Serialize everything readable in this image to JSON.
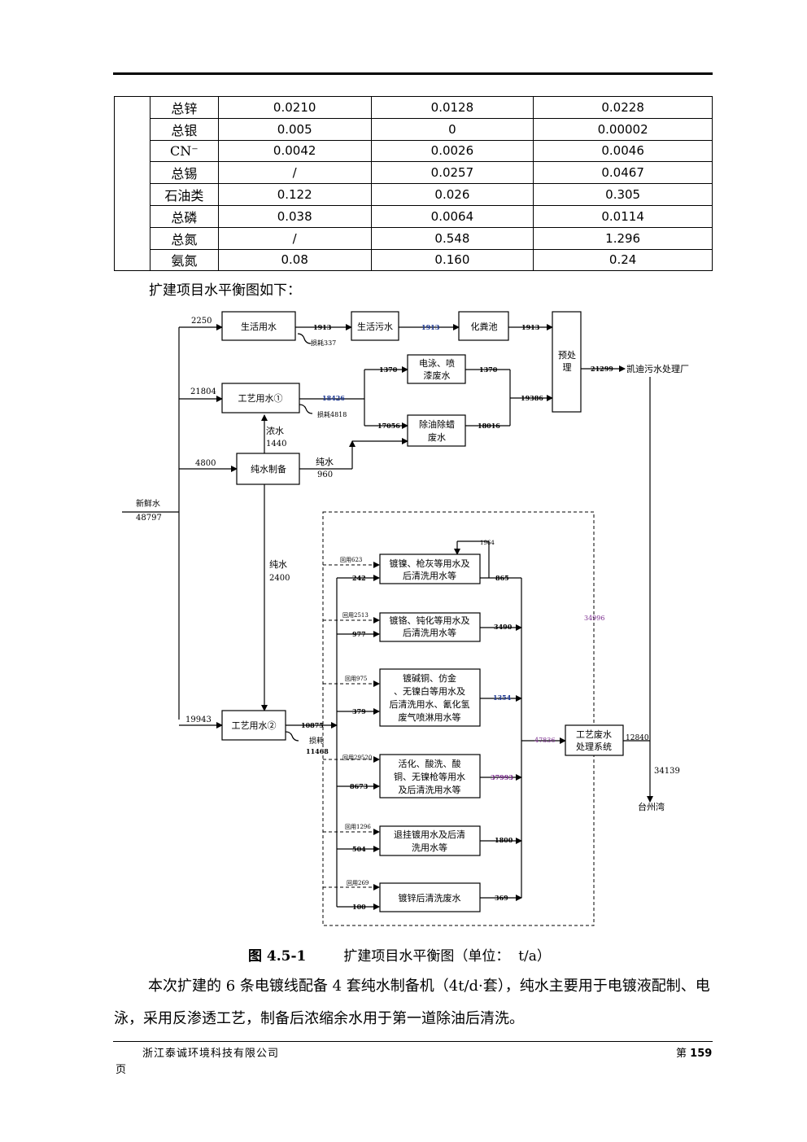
{
  "table": {
    "rows": [
      {
        "name": "总锌",
        "c1": "0.0210",
        "c2": "0.0128",
        "c3": "0.0228"
      },
      {
        "name": "总银",
        "c1": "0.005",
        "c2": "0",
        "c3": "0.00002"
      },
      {
        "name": "CN⁻",
        "c1": "0.0042",
        "c2": "0.0026",
        "c3": "0.0046"
      },
      {
        "name": "总锡",
        "c1": "/",
        "c2": "0.0257",
        "c3": "0.0467"
      },
      {
        "name": "石油类",
        "c1": "0.122",
        "c2": "0.026",
        "c3": "0.305"
      },
      {
        "name": "总磷",
        "c1": "0.038",
        "c2": "0.0064",
        "c3": "0.0114"
      },
      {
        "name": "总氮",
        "c1": "/",
        "c2": "0.548",
        "c3": "1.296"
      },
      {
        "name": "氨氮",
        "c1": "0.08",
        "c2": "0.160",
        "c3": "0.24"
      }
    ]
  },
  "intro_text": "扩建项目水平衡图如下：",
  "diagram": {
    "boxes": {
      "domestic_water": "生活用水",
      "domestic_sewage": "生活污水",
      "septic_tank": "化粪池",
      "pretreat": [
        "预处",
        "理"
      ],
      "process_water_1": "工艺用水①",
      "electrophoresis": [
        "电泳、喷",
        "漆废水"
      ],
      "degrease": [
        "除油除蜡",
        "废水"
      ],
      "pure_water_prep": "纯水制备",
      "process_water_2": "工艺用水②",
      "wastewater_system": [
        "工艺废水",
        "处理系统"
      ],
      "line_nickel": [
        "镀镍、枪灰等用水及",
        "后清洗用水等"
      ],
      "line_chrome": [
        "镀铬、钝化等用水及",
        "后清洗用水等"
      ],
      "line_copper": [
        "镀碱铜、仿金",
        "、无镍白等用水及",
        "后清洗用水、氰化氢",
        "废气喷淋用水等"
      ],
      "line_activation": [
        "活化、酸洗、酸",
        "铜、无镍枪等用水",
        "及后清洗用水等"
      ],
      "line_strip": [
        "退挂镀用水及后清",
        "洗用水等"
      ],
      "line_zinc": "镀锌后清洗废水"
    },
    "labels": {
      "fresh_water": "新鲜水",
      "fresh_total": "48797",
      "v2250": "2250",
      "v21804": "21804",
      "v4800": "4800",
      "v19943": "19943",
      "v1913a": "1913",
      "v1913b": "1913",
      "v1913c": "1913",
      "loss337": "损耗337",
      "v18426": "18426",
      "loss4818": "损耗4818",
      "v1370a": "1370",
      "v1370b": "1370",
      "v17056": "17056",
      "v18016": "18016",
      "v19386": "19386",
      "v21299": "21299",
      "kaidi": "凯迪污水处理厂",
      "concentrate": "浓水",
      "v1440": "1440",
      "pure_label_1": "纯水",
      "v960": "960",
      "pure_label_2": "纯水",
      "v2400": "2400",
      "v10875": "10875",
      "loss_2_label": "损耗",
      "loss_2_value": "11468",
      "v1964": "1964",
      "reuse623": "回用623",
      "v242": "242",
      "v865": "865",
      "reuse2513": "回用2513",
      "v977": "977",
      "v3490": "3490",
      "reuse975": "回用975",
      "v379": "379",
      "v1354": "1354",
      "reuse29520": "回用29520",
      "v8673": "8673",
      "v37993": "37993",
      "reuse1296": "回用1296",
      "v504": "504",
      "v1800": "1800",
      "reuse269": "回用269",
      "v100": "100",
      "v369": "369",
      "v34996": "34996",
      "v47836": "47836",
      "v12840": "12840",
      "v34139": "34139",
      "taizhou": "台州湾"
    }
  },
  "caption": {
    "number": "图 4.5-1",
    "title": "扩建项目水平衡图（单位：",
    "unit": "t/a）"
  },
  "paragraph_1": "本次扩建的 6 条电镀线配备 4 套纯水制备机（4t/d·套），纯水主要用于电镀液配制、电泳，采用反渗透工艺，制备后浓缩余水用于第一道除油后清洗。",
  "footer": {
    "company": "浙江泰诚环境科技有限公司",
    "page_prefix": "第",
    "page_number": "159",
    "page_suffix": "页"
  },
  "colors": {
    "blue_value": "#1f3a93",
    "purple_value": "#7b2d8e"
  }
}
